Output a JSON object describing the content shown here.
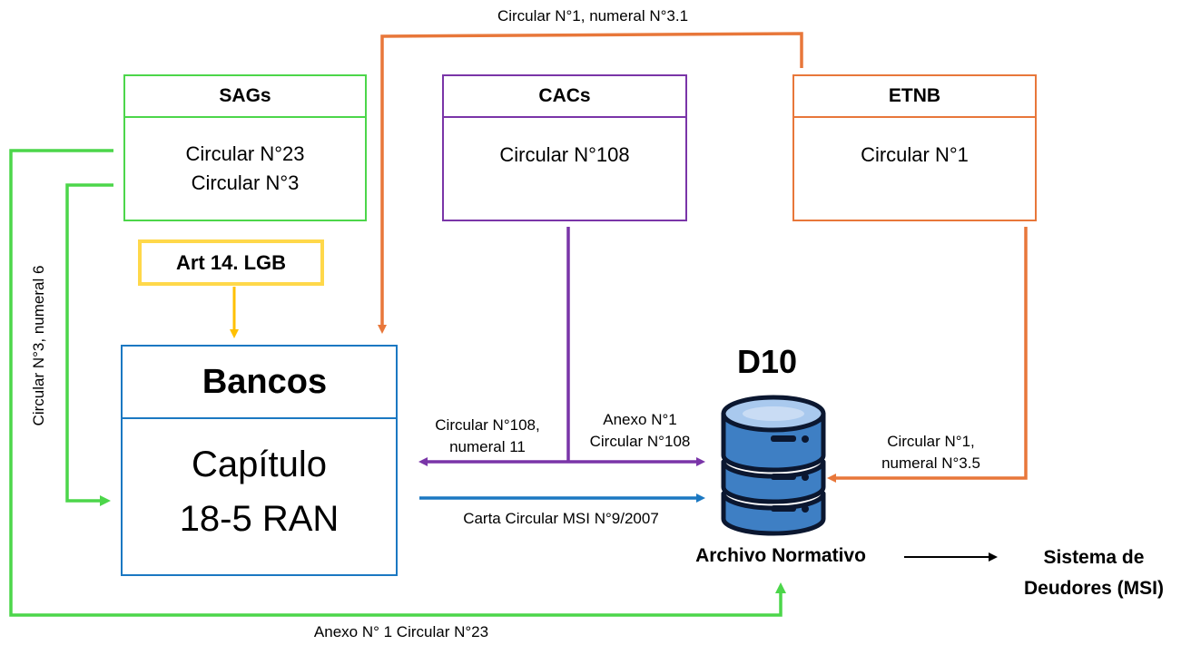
{
  "colors": {
    "green": "#4cd64a",
    "orange": "#e8773a",
    "purple": "#7a35a8",
    "blue": "#1b78c2",
    "yellow": "#ffc000",
    "db_blue": "#3e7fc4",
    "db_outline": "#0b1730"
  },
  "boxes": {
    "sags": {
      "title": "SAGs",
      "line1": "Circular N°23",
      "line2": "Circular N°3"
    },
    "cacs": {
      "title": "CACs",
      "line1": "Circular N°108"
    },
    "etnb": {
      "title": "ETNB",
      "line1": "Circular N°1"
    },
    "bancos": {
      "title": "Bancos",
      "line1": "Capítulo",
      "line2": "18-5 RAN"
    },
    "art14": {
      "title": "Art 14. LGB"
    }
  },
  "database": {
    "title": "D10",
    "icon": "database-icon",
    "caption": "Archivo Normativo"
  },
  "destination": {
    "line1": "Sistema de",
    "line2": "Deudores (MSI)"
  },
  "edge_labels": {
    "top": "Circular N°1, numeral N°3.1",
    "left_vertical": "Circular N°3, numeral 6",
    "bottom": "Anexo N° 1 Circular N°23",
    "cacs_to_bancos_1": "Circular N°108,",
    "cacs_to_bancos_2": "numeral 11",
    "cacs_to_d10_1": "Anexo N°1",
    "cacs_to_d10_2": "Circular N°108",
    "bancos_to_d10": "Carta Circular MSI N°9/2007",
    "etnb_to_d10_1": "Circular N°1,",
    "etnb_to_d10_2": "numeral N°3.5"
  }
}
